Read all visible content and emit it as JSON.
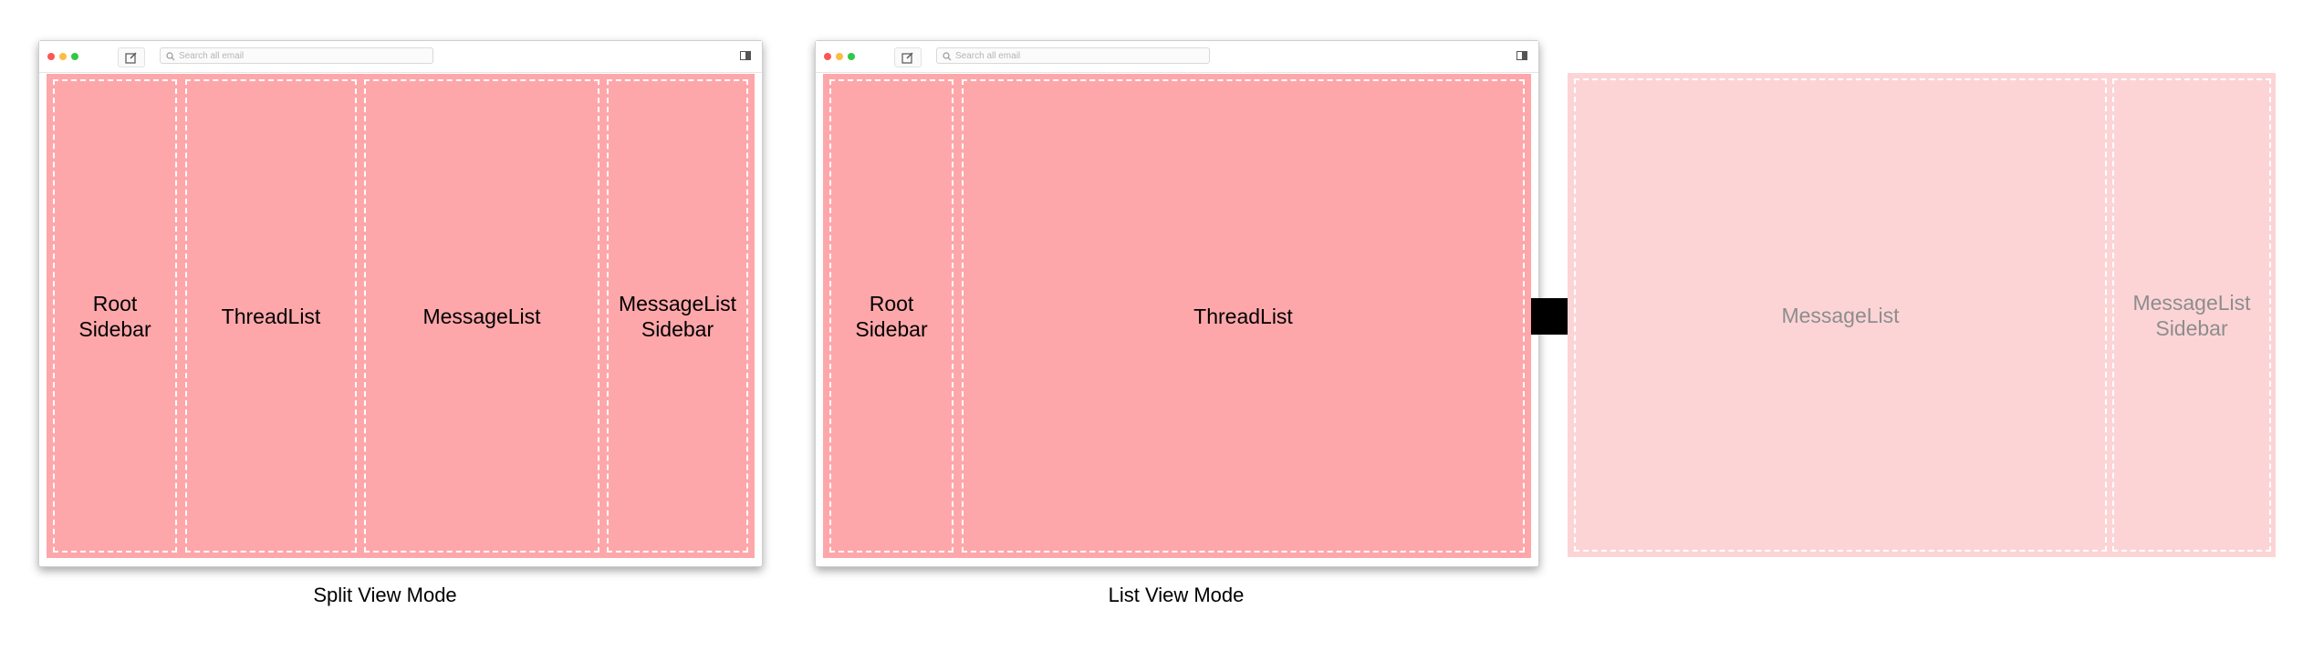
{
  "split_view": {
    "caption": "Split View Mode",
    "search_placeholder": "Search all email",
    "panels": {
      "root_sidebar": "Root\nSidebar",
      "thread_list": "ThreadList",
      "message_list": "MessageList",
      "message_list_sidebar": "MessageList\nSidebar"
    }
  },
  "list_view": {
    "caption": "List View Mode",
    "search_placeholder": "Search all email",
    "panels": {
      "root_sidebar": "Root\nSidebar",
      "thread_list": "ThreadList"
    },
    "offscreen_panels": {
      "message_list": "MessageList",
      "message_list_sidebar": "MessageList\nSidebar"
    }
  },
  "colors": {
    "panel_fill": "#fea7aa",
    "panel_fill_faded": "#fdd4d6",
    "panel_border": "#ffffff",
    "arrow": "#000000",
    "faded_text": "#8d8d8d"
  },
  "icons": [
    "compose-icon",
    "search-icon",
    "layout-toggle-icon",
    "arrow-right-icon"
  ]
}
